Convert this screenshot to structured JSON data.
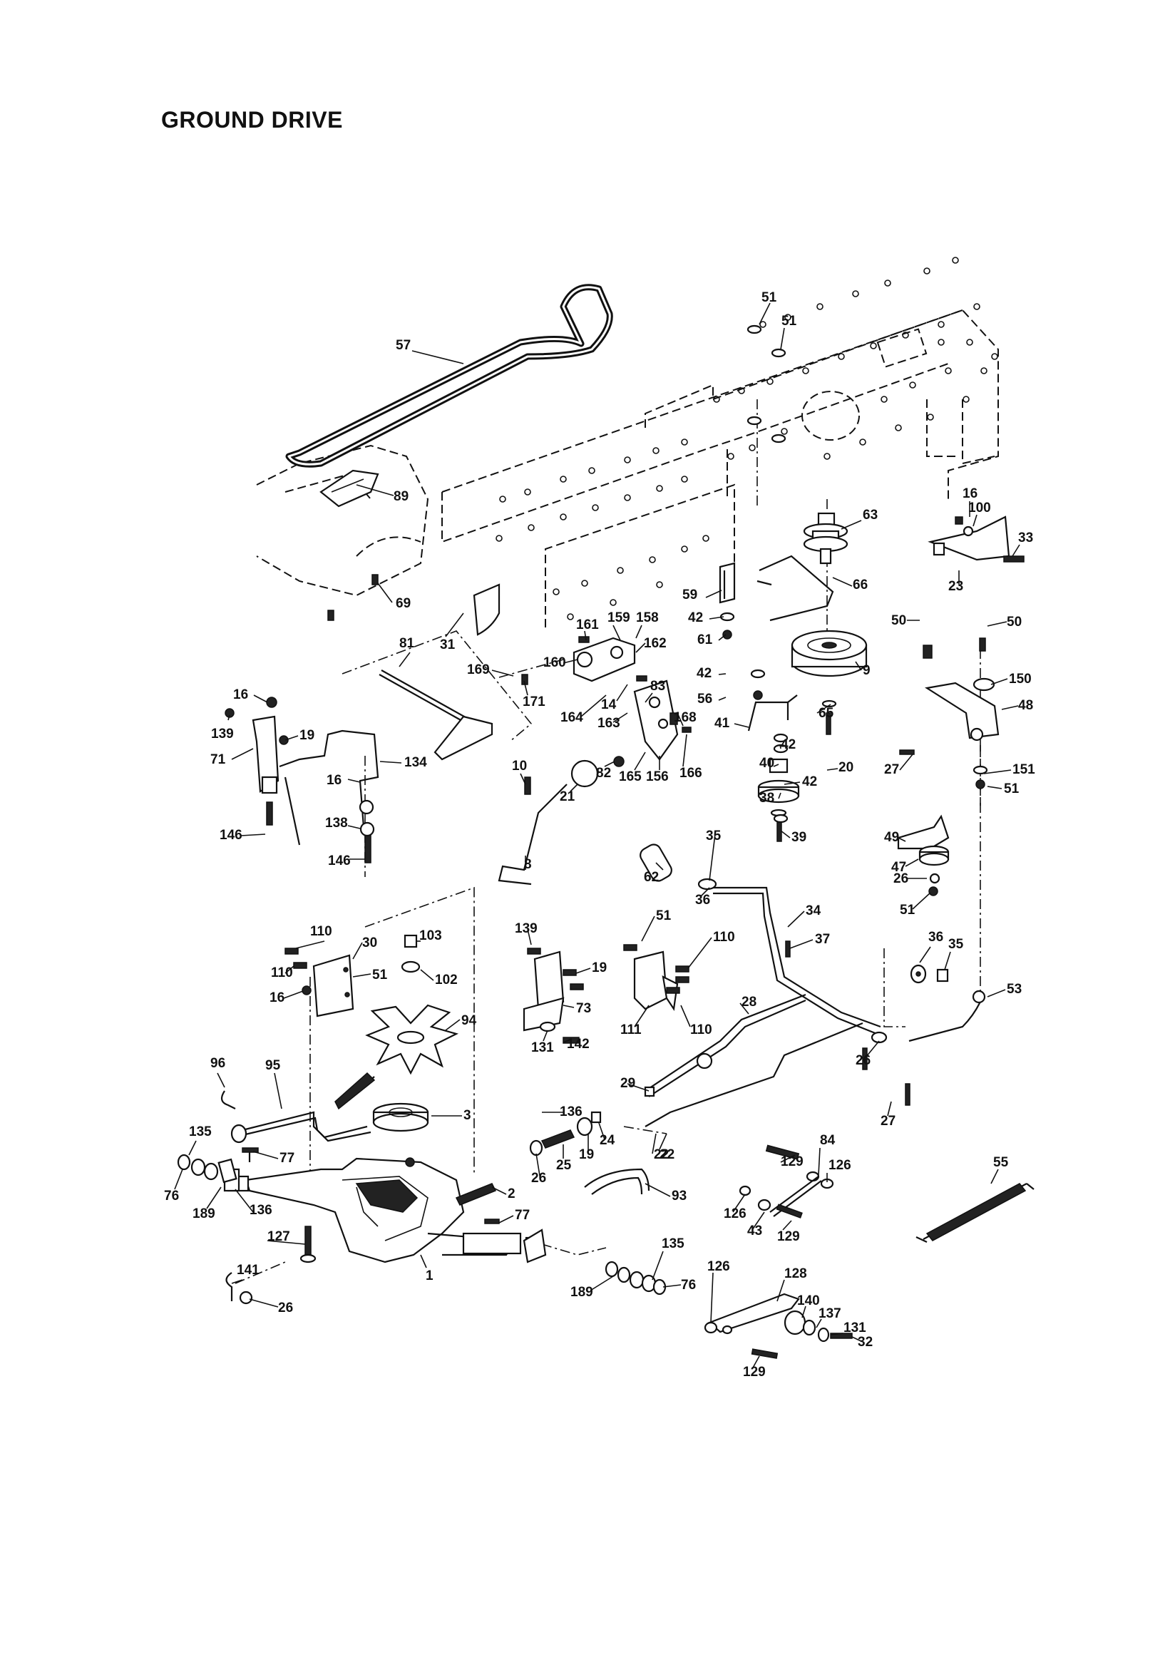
{
  "title": "GROUND DRIVE",
  "callouts": [
    "57",
    "89",
    "69",
    "31",
    "81",
    "169",
    "171",
    "161",
    "160",
    "159",
    "158",
    "162",
    "164",
    "14",
    "163",
    "83",
    "168",
    "82",
    "165",
    "156",
    "166",
    "10",
    "21",
    "8",
    "16",
    "139",
    "19",
    "71",
    "134",
    "138",
    "146",
    "51",
    "50",
    "63",
    "100",
    "33",
    "23",
    "66",
    "59",
    "42",
    "61",
    "9",
    "65",
    "56",
    "41",
    "40",
    "38",
    "20",
    "39",
    "150",
    "48",
    "27",
    "151",
    "49",
    "47",
    "26",
    "62",
    "35",
    "36",
    "34",
    "37",
    "53",
    "28",
    "29",
    "22",
    "30",
    "110",
    "103",
    "102",
    "94",
    "96",
    "95",
    "3",
    "135",
    "76",
    "189",
    "136",
    "77",
    "127",
    "141",
    "1",
    "2",
    "25",
    "24",
    "93",
    "73",
    "131",
    "142",
    "111",
    "129",
    "84",
    "126",
    "43",
    "55",
    "128",
    "140",
    "137",
    "32"
  ]
}
